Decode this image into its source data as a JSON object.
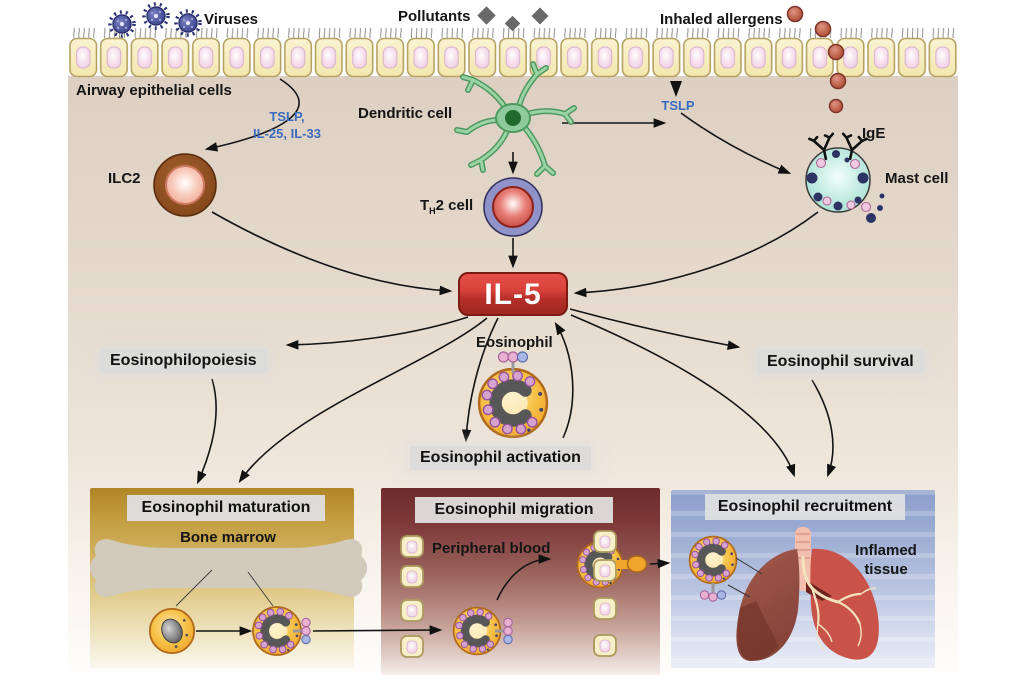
{
  "top": {
    "viruses_label": "Viruses",
    "pollutants_label": "Pollutants",
    "allergens_label": "Inhaled allergens",
    "airway_label": "Airway epithelial cells"
  },
  "signals": {
    "epithelial_cytokines": "TSLP,\nIL-25, IL-33",
    "tslp": "TSLP"
  },
  "cells": {
    "ilc2": "ILC2",
    "dendritic": "Dendritic cell",
    "th2_t": "T",
    "th2_h": "H",
    "th2_rest": "2 cell",
    "ige": "IgE",
    "mast": "Mast cell",
    "eosinophil": "Eosinophil"
  },
  "center": {
    "il5": "IL-5"
  },
  "processes": {
    "eosinophilopoiesis": "Eosinophilopoiesis",
    "activation": "Eosinophil activation",
    "survival": "Eosinophil survival"
  },
  "panels": {
    "maturation": {
      "title": "Eosinophil maturation",
      "location": "Bone marrow"
    },
    "migration": {
      "title": "Eosinophil migration",
      "location": "Peripheral blood"
    },
    "recruitment": {
      "title": "Eosinophil recruitment",
      "location": "Inflamed\ntissue"
    }
  },
  "colors": {
    "il5_red": "#c1272d",
    "cytokine_blue": "#3a6cc0",
    "background_tan": "#e0d4c6",
    "maturation_gold": "#b08526",
    "migration_maroon": "#7d3737",
    "recruitment_blue": "#8c9ecb",
    "eosinophil_orange": "#f2a52b",
    "mast_teal": "#93d8c8"
  }
}
